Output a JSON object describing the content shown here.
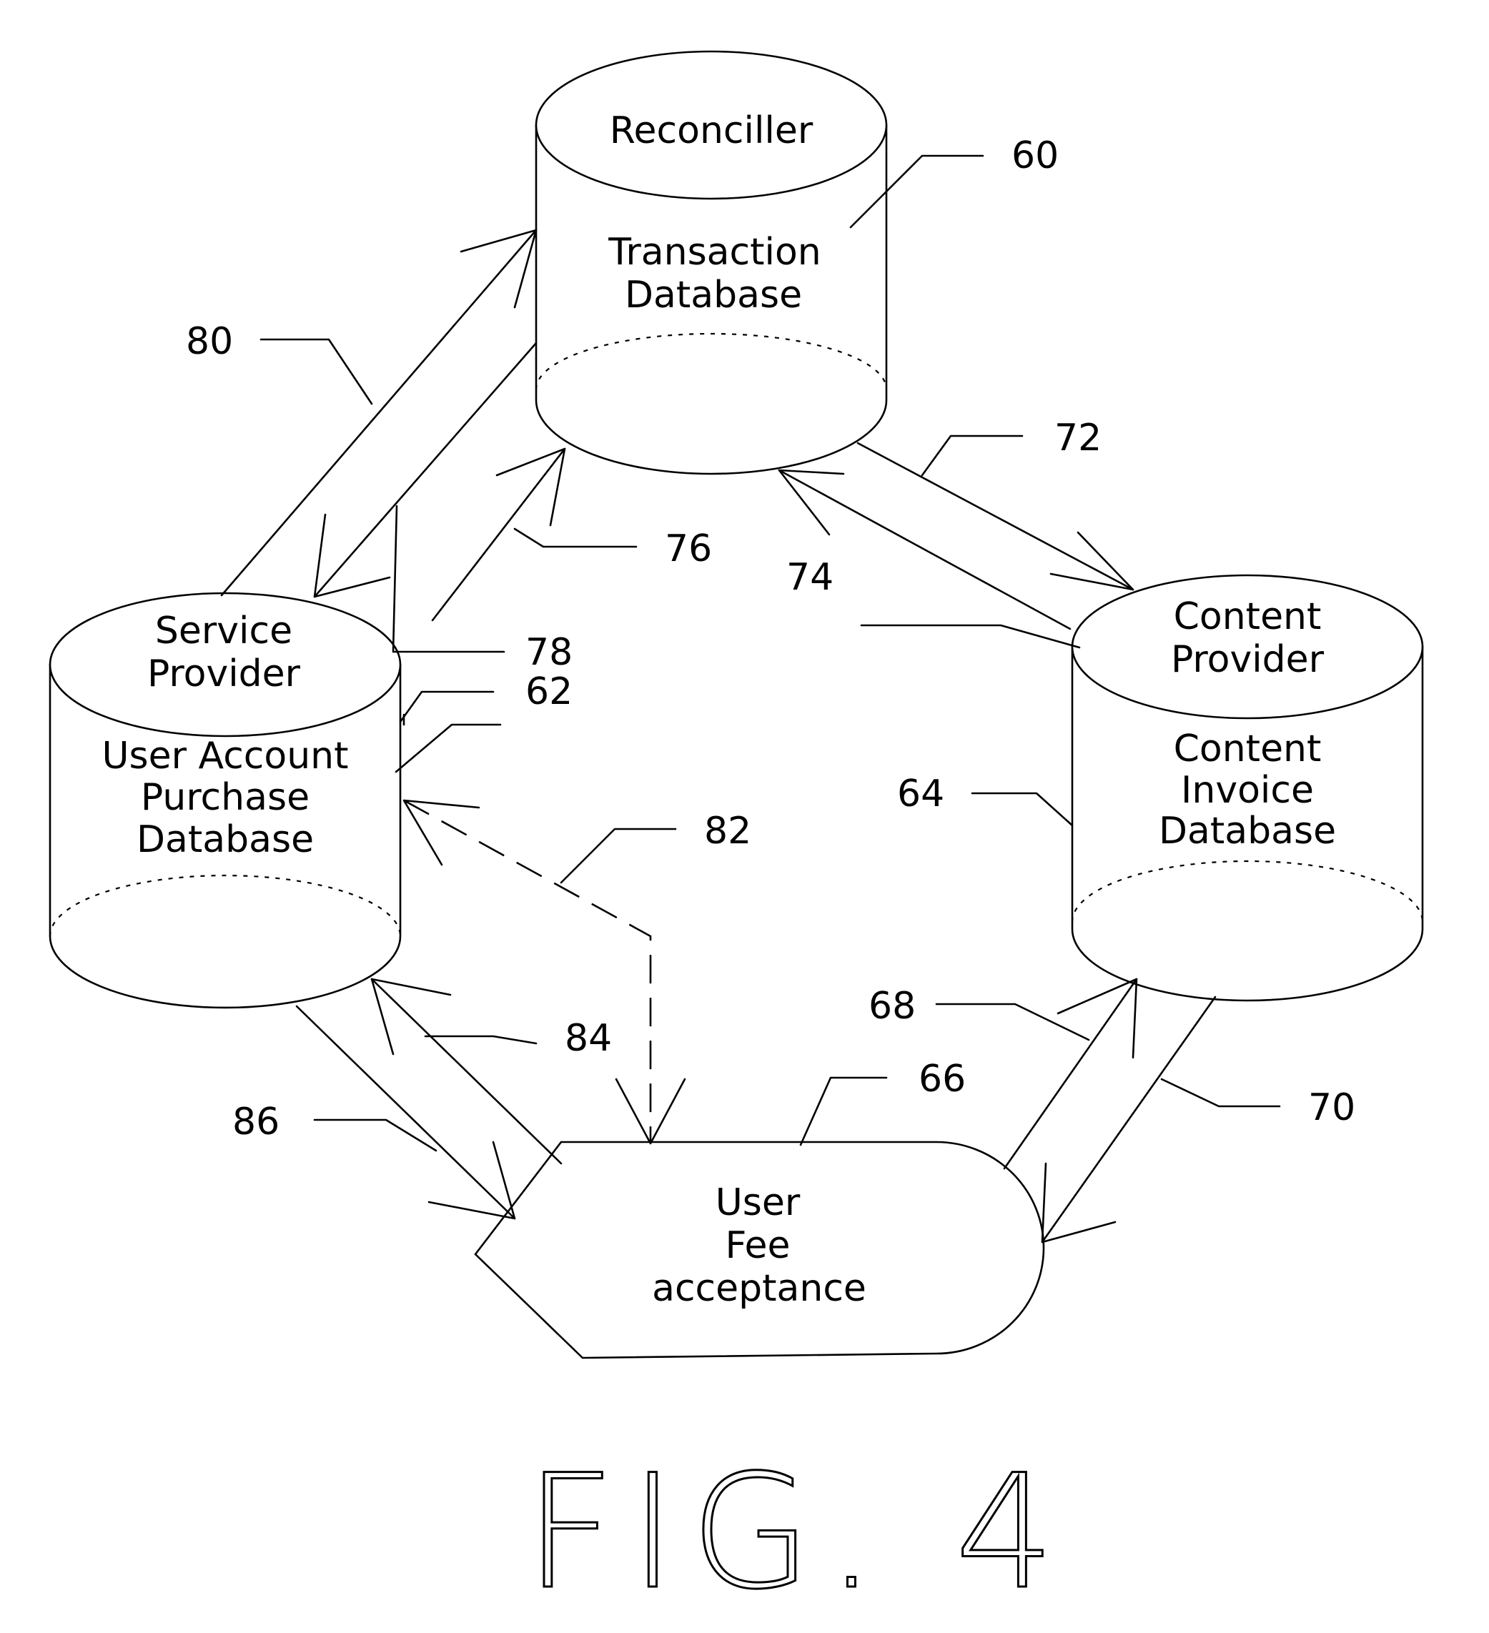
{
  "nodes": {
    "reconciller": {
      "title": "Reconciller",
      "line1": "Transaction",
      "line2": "Database"
    },
    "service_provider": {
      "title1": "Service",
      "title2": "Provider",
      "line1": "User Account",
      "line2": "Purchase",
      "line3": "Database"
    },
    "content_provider": {
      "title1": "Content",
      "title2": "Provider",
      "line1": "Content",
      "line2": "Invoice",
      "line3": "Database"
    },
    "user": {
      "line1": "User",
      "line2": "Fee",
      "line3": "acceptance"
    }
  },
  "refs": {
    "r60": "60",
    "r62": "62",
    "r64": "64",
    "r66": "66",
    "r68": "68",
    "r70": "70",
    "r72": "72",
    "r74": "74",
    "r76": "76",
    "r78": "78",
    "r80": "80",
    "r82": "82",
    "r84": "84",
    "r86": "86"
  },
  "caption": "FIG. 4"
}
